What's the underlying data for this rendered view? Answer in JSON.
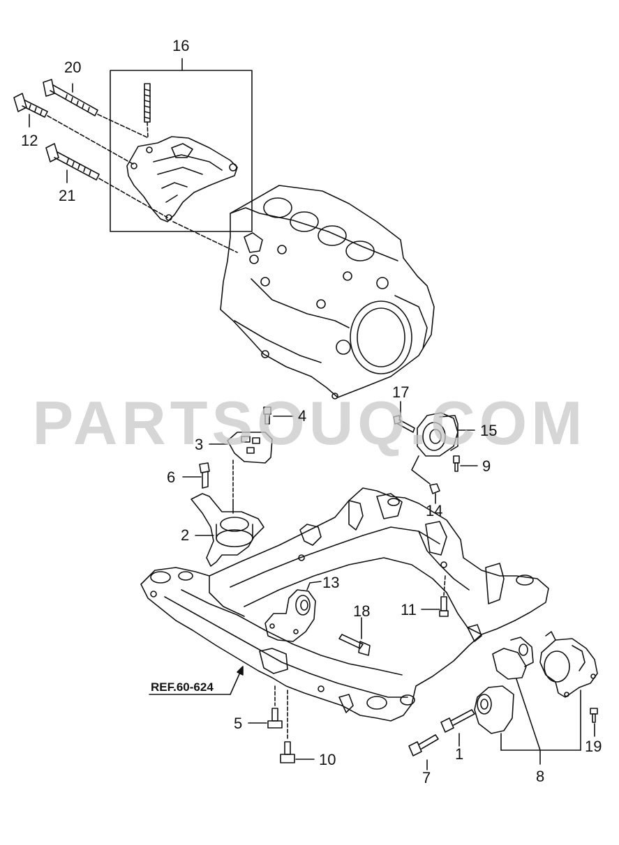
{
  "watermark": "PARTSOUQ.COM",
  "reference": "REF.60-624",
  "callouts": {
    "c1": "1",
    "c2": "2",
    "c3": "3",
    "c4": "4",
    "c5": "5",
    "c6": "6",
    "c7": "7",
    "c8": "8",
    "c9": "9",
    "c10": "10",
    "c11": "11",
    "c12": "12",
    "c13": "13",
    "c14": "14",
    "c15": "15",
    "c16": "16",
    "c17": "17",
    "c18": "18",
    "c19": "19",
    "c20": "20",
    "c21": "21"
  }
}
